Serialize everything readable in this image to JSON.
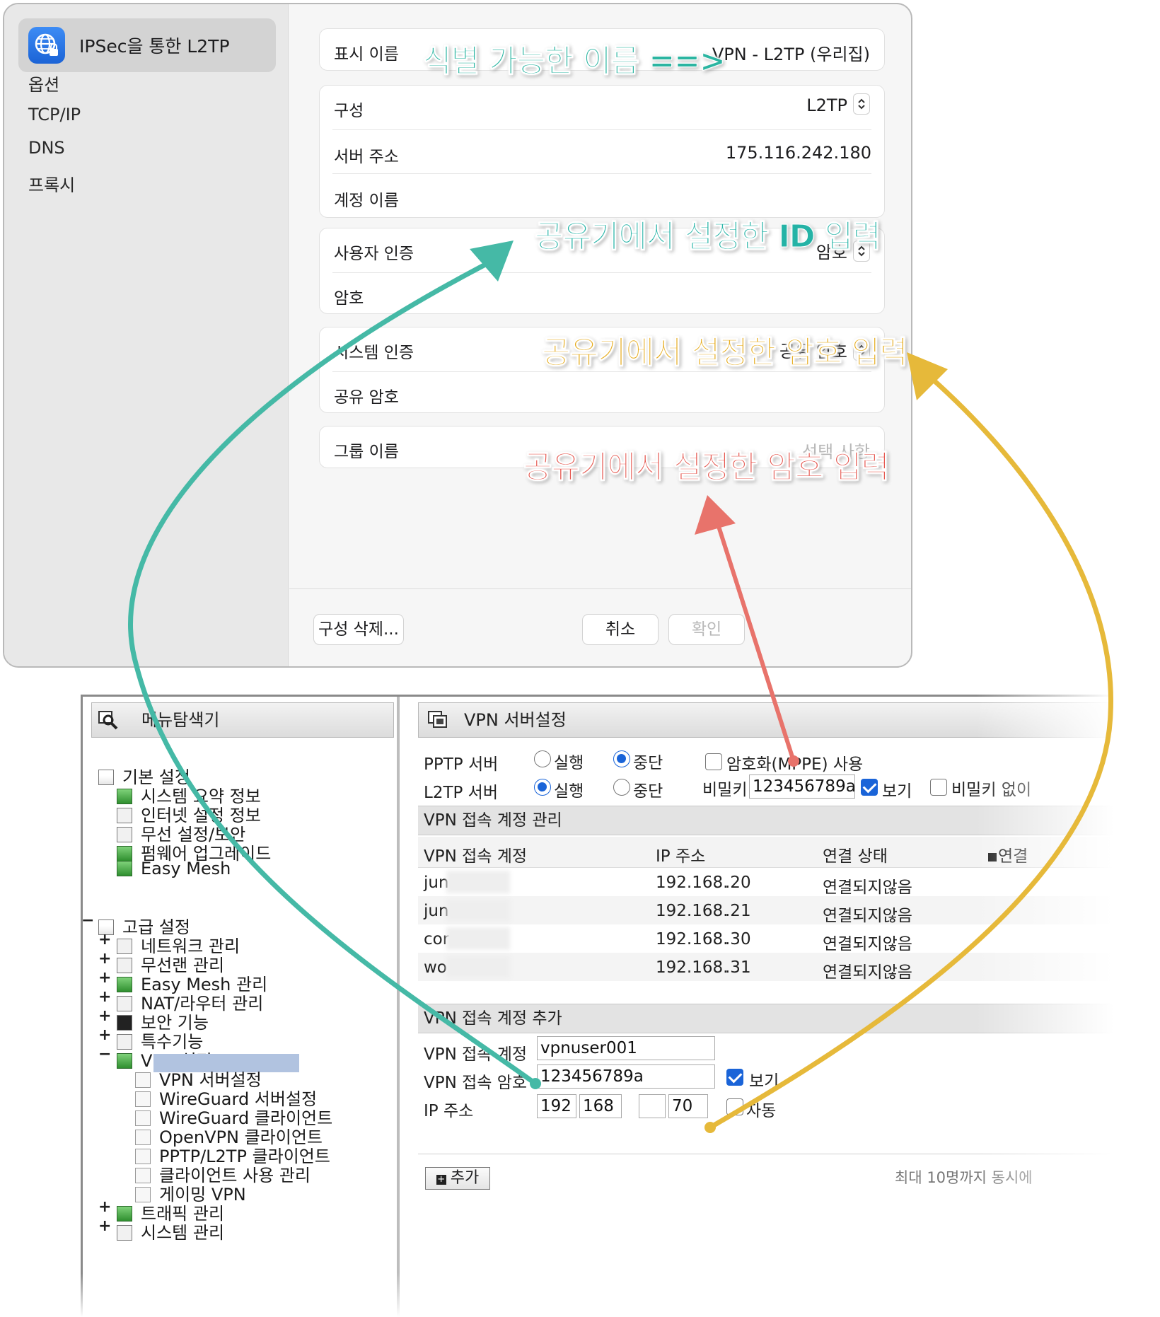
{
  "mac": {
    "sidebar": {
      "selected": "IPSec을 통한 L2TP",
      "items": [
        "옵션",
        "TCP/IP",
        "DNS",
        "프록시"
      ]
    },
    "display_name": {
      "label": "표시 이름",
      "value": "VPN - L2TP (우리집)"
    },
    "config": {
      "label": "구성",
      "value": "L2TP"
    },
    "server": {
      "label": "서버 주소",
      "value": "175.116.242.180"
    },
    "account": {
      "label": "계정 이름"
    },
    "user_auth": {
      "label": "사용자 인증",
      "value": "암호"
    },
    "password": {
      "label": "암호"
    },
    "system_auth": {
      "label": "시스템 인증",
      "value": "공유 암호"
    },
    "shared_secret": {
      "label": "공유 암호"
    },
    "group": {
      "label": "그룹 이름",
      "placeholder": "선택 사항"
    },
    "buttons": {
      "delete": "구성 삭제...",
      "cancel": "취소",
      "ok": "확인"
    }
  },
  "annotations": {
    "name": "식별 가능한 이름 ==>",
    "id": "공유기에서 설정한 ID 입력",
    "password": "공유기에서 설정한 암호 입력",
    "shared": "공유기에서 설정한 암호 입력",
    "colors": {
      "teal": "#2bb5a1",
      "yellow": "#e6b93a",
      "red": "#e8736b"
    }
  },
  "router": {
    "nav_title": "메뉴탐색기",
    "basic": {
      "label": "기본 설정",
      "items": [
        "시스템 요약 정보",
        "인터넷 설정 정보",
        "무선 설정/보안",
        "펌웨어 업그레이드",
        "Easy Mesh"
      ]
    },
    "advanced": {
      "label": "고급 설정",
      "items": [
        "네트워크 관리",
        "무선랜 관리",
        "Easy Mesh 관리",
        "NAT/라우터 관리",
        "보안 기능",
        "특수기능",
        "VPN 설정"
      ],
      "vpn_children": [
        "VPN 서버설정",
        "WireGuard 서버설정",
        "WireGuard 클라이언트",
        "OpenVPN 클라이언트",
        "PPTP/L2TP 클라이언트",
        "클라이언트 사용 관리",
        "게이밍 VPN"
      ],
      "after": [
        "트래픽 관리",
        "시스템 관리"
      ]
    },
    "content_title": "VPN 서버설정",
    "pptp": {
      "label": "PPTP 서버",
      "run": "실행",
      "stop": "중단",
      "mppe": "암호화(MPPE) 사용"
    },
    "l2tp": {
      "label": "L2TP 서버",
      "run": "실행",
      "stop": "중단",
      "secret_label": "비밀키",
      "secret": "123456789a",
      "show": "보기",
      "no_secret": "비밀키 없이"
    },
    "accounts_section": "VPN 접속 계정 관리",
    "table": {
      "headers": [
        "VPN 접속 계정",
        "IP 주소",
        "연결 상태",
        "연결"
      ],
      "rows": [
        {
          "account": "jun",
          "ip_prefix": "192.168.",
          "ip_suffix": ".20",
          "status": "연결되지않음"
        },
        {
          "account": "jun",
          "ip_prefix": "192.168.",
          "ip_suffix": ".21",
          "status": "연결되지않음"
        },
        {
          "account": "cor",
          "ip_prefix": "192.168.",
          "ip_suffix": ".30",
          "status": "연결되지않음"
        },
        {
          "account": "wo",
          "ip_prefix": "192.168.",
          "ip_suffix": ".31",
          "status": "연결되지않음"
        }
      ]
    },
    "add_section": "VPN 접속 계정 추가",
    "add_form": {
      "account_label": "VPN 접속 계정",
      "account": "vpnuser001",
      "password_label": "VPN 접속 암호",
      "password": "123456789a",
      "show": "보기",
      "ip_label": "IP 주소",
      "ip1": "192",
      "ip2": "168",
      "ip3": "",
      "ip4": "70",
      "auto": "자동"
    },
    "add_button": "추가",
    "footer_note": "최대 10명까지 동시에"
  }
}
